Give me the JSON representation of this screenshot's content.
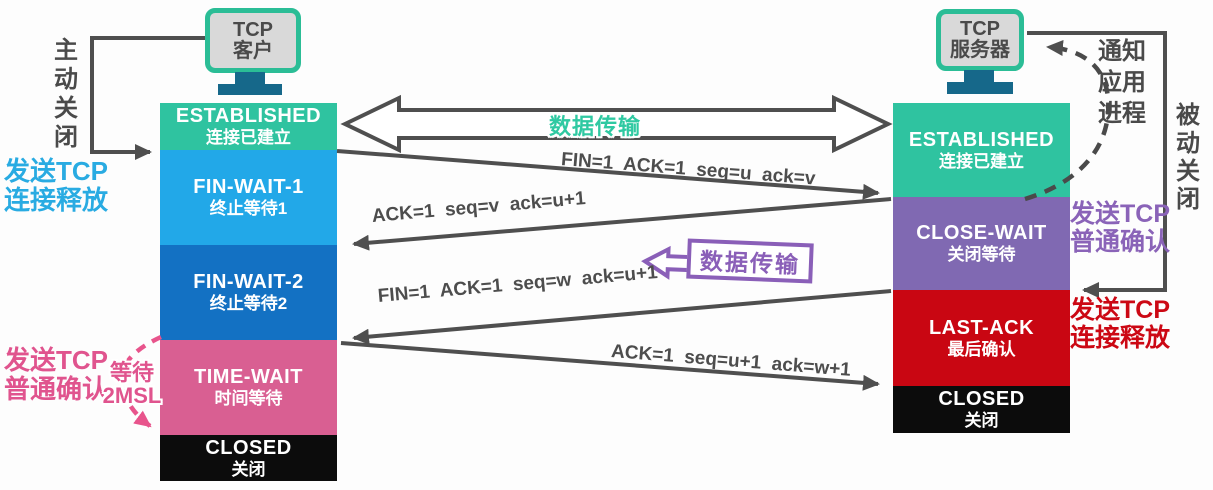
{
  "client": {
    "device_label": "TCP\n客户",
    "states": [
      {
        "en": "ESTABLISHED",
        "zh": "连接已建立",
        "color": "#2fc3a0"
      },
      {
        "en": "FIN-WAIT-1",
        "zh": "终止等待1",
        "color": "#22a8e8"
      },
      {
        "en": "FIN-WAIT-2",
        "zh": "终止等待2",
        "color": "#1371c3"
      },
      {
        "en": "TIME-WAIT",
        "zh": "时间等待",
        "color": "#d95f92"
      },
      {
        "en": "CLOSED",
        "zh": "关闭",
        "color": "#0c0c0c"
      }
    ]
  },
  "server": {
    "device_label": "TCP\n服务器",
    "states": [
      {
        "en": "ESTABLISHED",
        "zh": "连接已建立",
        "color": "#2fc3a0"
      },
      {
        "en": "CLOSE-WAIT",
        "zh": "关闭等待",
        "color": "#8069b2"
      },
      {
        "en": "LAST-ACK",
        "zh": "最后确认",
        "color": "#c90612"
      },
      {
        "en": "CLOSED",
        "zh": "关闭",
        "color": "#0c0c0c"
      }
    ]
  },
  "messages": [
    {
      "label": "FIN=1  ACK=1  seq=u  ack=v"
    },
    {
      "label": "ACK=1  seq=v  ack=u+1"
    },
    {
      "label": "FIN=1  ACK=1  seq=w  ack=u+1"
    },
    {
      "label": "ACK=1  seq=u+1  ack=w+1"
    }
  ],
  "annotations": {
    "active_close": "主\n动\n关\n闭",
    "passive_close": "被\n动\n关\n闭",
    "notify_app": "通知\n应用\n进程",
    "client_send_release": "发送TCP\n连接释放",
    "client_send_ack": "发送TCP\n普通确认",
    "wait_2msl": "等待\n2MSL",
    "server_send_ack": "发送TCP\n普通确认",
    "server_send_release": "发送TCP\n连接释放",
    "data_transfer_top": "数据传输",
    "data_transfer_mid": "数据传输"
  },
  "colors": {
    "established_teal": "#2fc3a0",
    "fin_wait_1_blue": "#22a8e8",
    "fin_wait_2_blue": "#1371c3",
    "time_wait_pink": "#d95f92",
    "close_wait_purple": "#8069b2",
    "last_ack_red": "#c90612",
    "closed_black": "#0c0c0c",
    "arrow_gray": "#4f4f4f",
    "cyan_text": "#29abe2",
    "pink_text": "#e0548e",
    "purple_text": "#8a63b8",
    "red_text": "#cc0814",
    "teal_text": "#2fc9a2",
    "monitor_border": "#2bbd96",
    "monitor_stand": "#16688a",
    "dashed_pink": "#e8548c"
  }
}
